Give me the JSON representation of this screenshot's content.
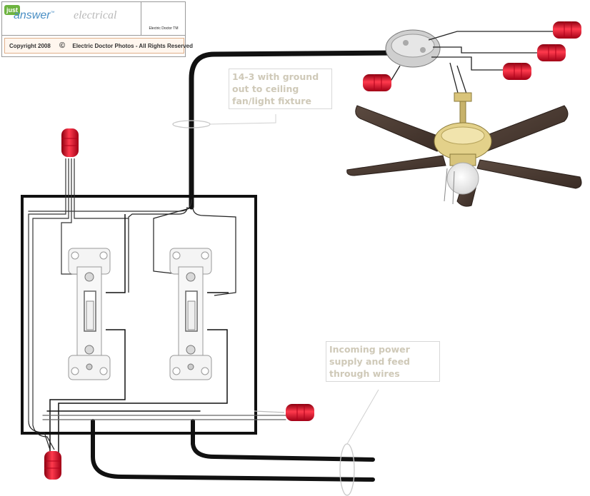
{
  "logo": {
    "just": "just",
    "answer": "answer",
    "trademark": "™",
    "electrical": "electrical",
    "doctor_caption": "Electric Doctor TM",
    "copyright_year": "Copyright 2008",
    "copyright_symbol": "©",
    "copyright_text": "Electric Doctor Photos - All Rights Reserved"
  },
  "callouts": {
    "fan_cable": [
      "14-3 with ground",
      "out to ceiling",
      "fan/light fixture"
    ],
    "power_feed": [
      "Incoming power",
      "supply and feed",
      "through wires"
    ]
  },
  "colors": {
    "wire_black": "#111111",
    "wire_nut": "#e0192d",
    "callout_text": "#cfc9b8",
    "blade": "#4a3a32",
    "brass": "#c7b26a"
  }
}
